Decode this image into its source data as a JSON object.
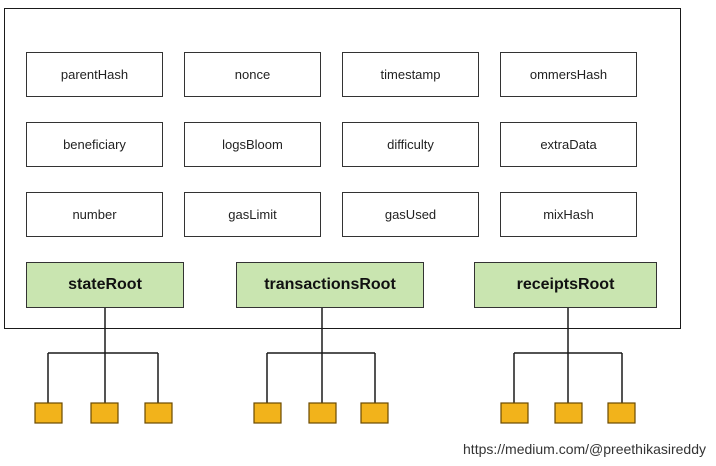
{
  "fields": [
    [
      "parentHash",
      "nonce",
      "timestamp",
      "ommersHash"
    ],
    [
      "beneficiary",
      "logsBloom",
      "difficulty",
      "extraData"
    ],
    [
      "number",
      "gasLimit",
      "gasUsed",
      "mixHash"
    ]
  ],
  "roots": [
    "stateRoot",
    "transactionsRoot",
    "receiptsRoot"
  ],
  "colors": {
    "root_fill": "#c9e5b0",
    "leaf_fill": "#f2b31b"
  },
  "credit": "https://medium.com/@preethikasireddy"
}
